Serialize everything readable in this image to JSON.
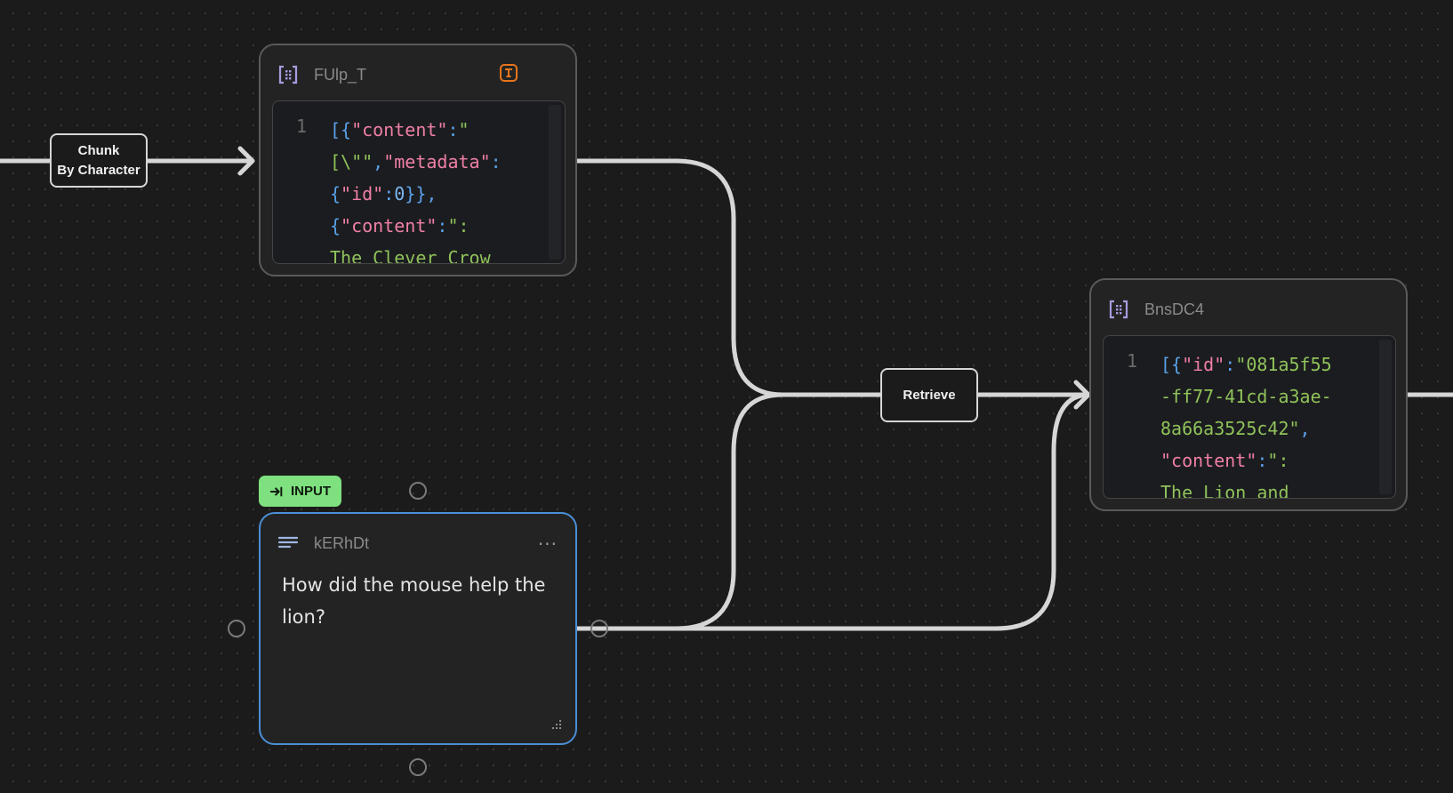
{
  "colors": {
    "background": "#1b1b1b",
    "node_border": "#5a5a5a",
    "selected_border": "#4a8fd6",
    "edge": "#d6d6d6",
    "badge_green": "#7ee07e",
    "warning_orange": "#e8741c",
    "json_key": "#f07fa6",
    "json_string": "#8fc25a",
    "json_punct": "#5aa0e8",
    "json_number": "#7ab8f0"
  },
  "edges": {
    "chunk_label": [
      "Chunk",
      "By Character"
    ],
    "retrieve_label": "Retrieve"
  },
  "nodes": {
    "chunks": {
      "title": "FUlp_T",
      "type_icon": "list-brackets-icon",
      "status_icon": "text-warning-icon",
      "line_number": "1",
      "code_lines": [
        [
          [
            "[{",
            "punct"
          ],
          [
            "\"content\"",
            "key"
          ],
          [
            ":",
            "punct"
          ],
          [
            "\"",
            "string"
          ]
        ],
        [
          [
            "[\\\"\"",
            "string"
          ],
          [
            ",",
            "punct"
          ],
          [
            "\"metadata\"",
            "key"
          ],
          [
            ":",
            "punct"
          ]
        ],
        [
          [
            "{",
            "punct"
          ],
          [
            "\"id\"",
            "key"
          ],
          [
            ":",
            "punct"
          ],
          [
            "0",
            "number"
          ],
          [
            "}}",
            "punct"
          ],
          [
            ",",
            "punct"
          ]
        ],
        [
          [
            "{",
            "punct"
          ],
          [
            "\"content\"",
            "key"
          ],
          [
            ":",
            "punct"
          ],
          [
            "\":",
            "string"
          ]
        ],
        [
          [
            "The Clever Crow",
            "string"
          ]
        ]
      ]
    },
    "results": {
      "title": "BnsDC4",
      "type_icon": "list-brackets-icon",
      "line_number": "1",
      "code_lines": [
        [
          [
            "[{",
            "punct"
          ],
          [
            "\"id\"",
            "key"
          ],
          [
            ":",
            "punct"
          ],
          [
            "\"081a5f55",
            "string"
          ]
        ],
        [
          [
            "-ff77-41cd-a3ae-",
            "string"
          ]
        ],
        [
          [
            "8a66a3525c42\"",
            "string"
          ],
          [
            ",",
            "punct"
          ]
        ],
        [
          [
            "\"content\"",
            "key"
          ],
          [
            ":",
            "punct"
          ],
          [
            "\":",
            "string"
          ]
        ],
        [
          [
            "The Lion and",
            "string"
          ]
        ]
      ]
    },
    "query": {
      "badge": "INPUT",
      "badge_icon": "input-arrow-icon",
      "title": "kERhDt",
      "type_icon": "text-lines-icon",
      "menu_icon": "more-dots-icon",
      "menu_glyph": "···",
      "text": "How did the mouse help the lion?"
    }
  }
}
